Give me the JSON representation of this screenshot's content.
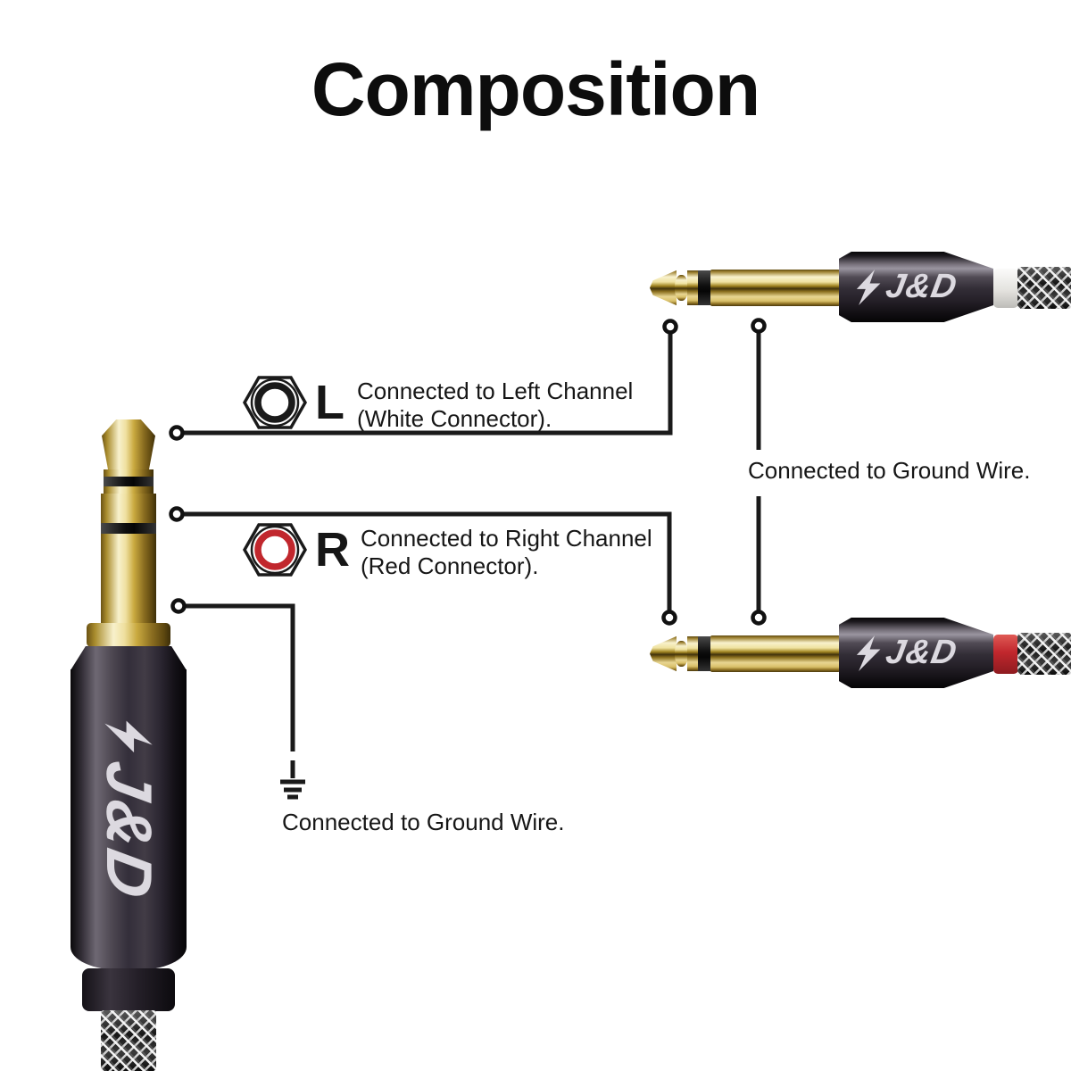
{
  "title": "Composition",
  "labels": {
    "left": {
      "letter": "L",
      "line1": "Connected to Left Channel",
      "line2": "(White Connector)."
    },
    "right": {
      "letter": "R",
      "line1": "Connected to Right Channel",
      "line2": "(Red Connector)."
    },
    "ground_right": "Connected to Ground Wire.",
    "ground_left": "Connected to Ground Wire."
  },
  "brand": {
    "logo_text": "J&D",
    "logo_icon": "lightning-bolt"
  },
  "icons": {
    "left_channel": "jack-nut-icon-black-ring",
    "right_channel": "jack-nut-icon-red-ring",
    "ground": "earth-ground-symbol"
  },
  "colors": {
    "accent-red": "#c1272d",
    "ring-black": "#1a1a1a",
    "line-black": "#1a1a1a",
    "logo-silver": "#dcd9e0",
    "gold-main": "#d9bd62",
    "gunmetal": "#332e37",
    "connector-white": "#eeede9",
    "text": "#161616"
  }
}
